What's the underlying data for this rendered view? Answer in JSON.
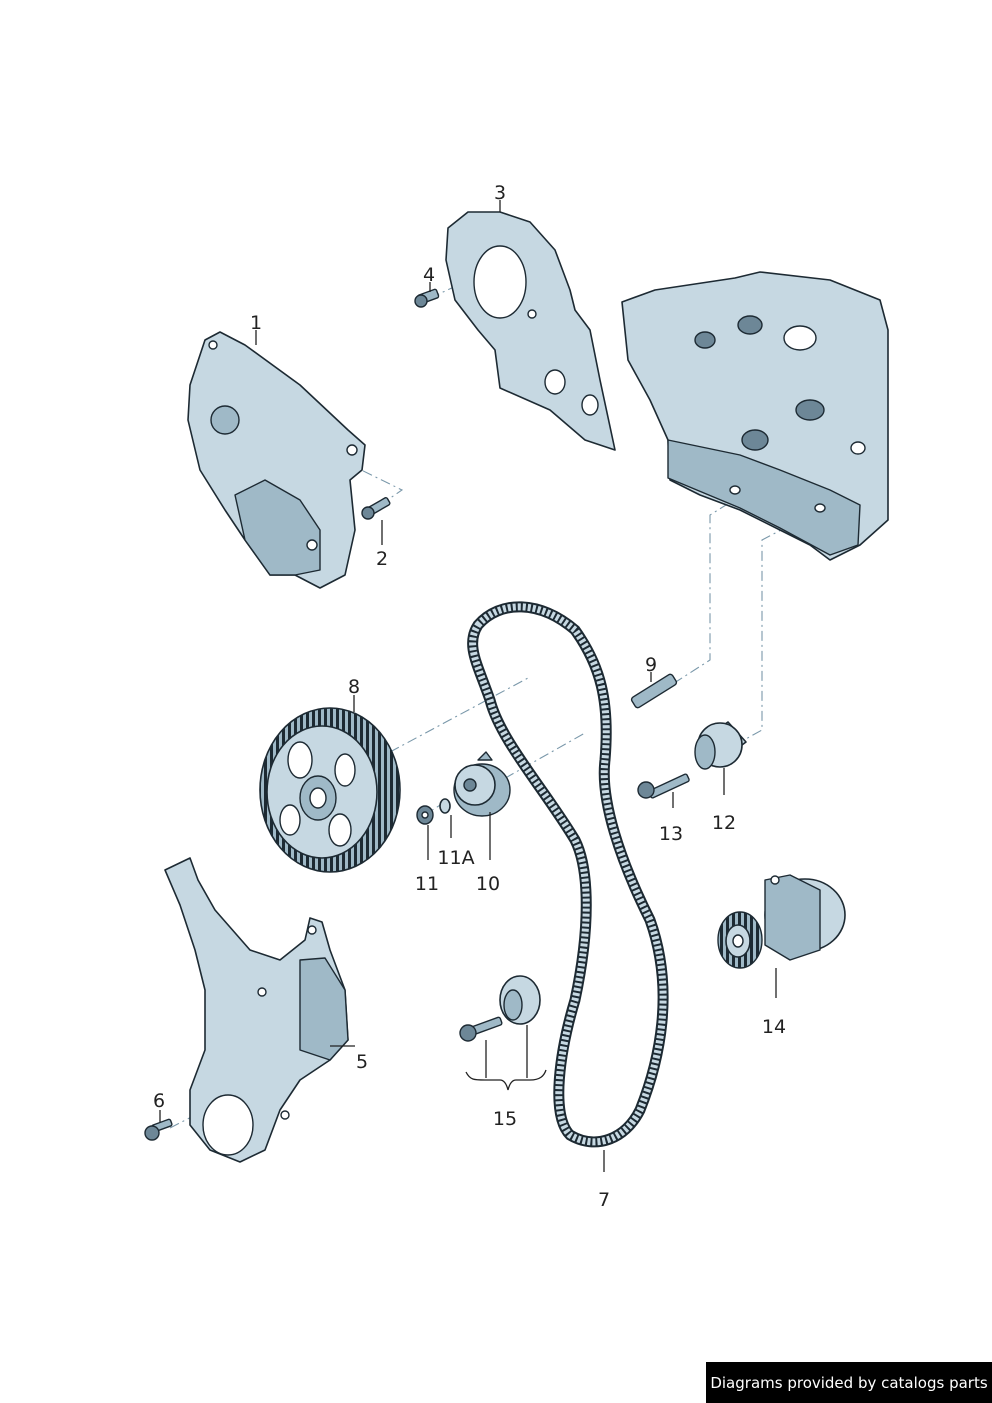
{
  "callouts": {
    "c1": "1",
    "c2": "2",
    "c3": "3",
    "c4": "4",
    "c5": "5",
    "c6": "6",
    "c7": "7",
    "c8": "8",
    "c9": "9",
    "c10": "10",
    "c11": "11",
    "c11a": "11A",
    "c12": "12",
    "c13": "13",
    "c14": "14",
    "c15": "15"
  },
  "watermark": "Diagrams provided by catalogs parts",
  "colors": {
    "part_light": "#c6d8e2",
    "part_mid": "#9fb9c7",
    "part_dark": "#6d8797",
    "outline": "#1d2a33",
    "watermark_bg": "#000000"
  }
}
